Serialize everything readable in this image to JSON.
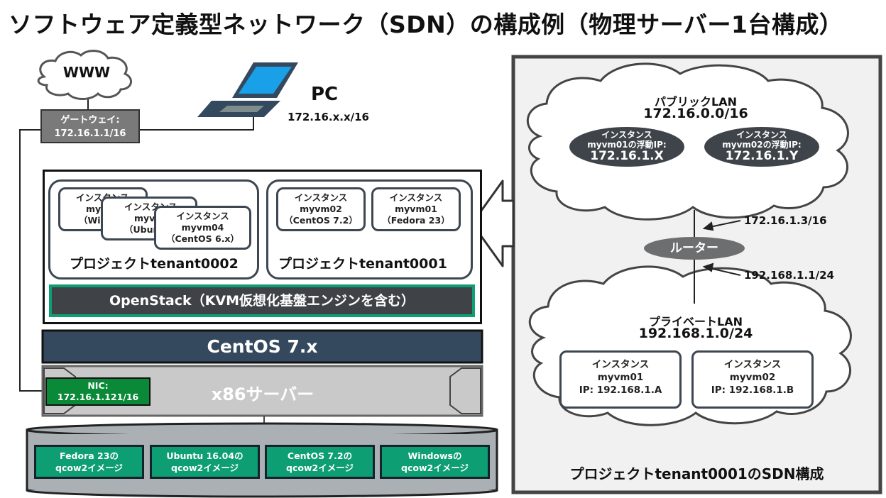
{
  "title": "ソフトウェア定義型ネットワーク（SDN）の構成例（物理サーバー1台構成）",
  "www": "WWW",
  "gateway": {
    "label": "ゲートウェイ:",
    "ip": "172.16.1.1/16"
  },
  "pc": {
    "label": "PC",
    "ip": "172.16.x.x/16"
  },
  "tenant2": {
    "label": "プロジェクトtenant0002",
    "instances": [
      {
        "l1": "インスタンス",
        "l2": "myvm",
        "l3": "（Windo"
      },
      {
        "l1": "インスタンス",
        "l2": "myvm",
        "l3": "（Ubuntu"
      },
      {
        "l1": "インスタンス",
        "l2": "myvm04",
        "l3": "（CentOS 6.x）"
      }
    ]
  },
  "tenant1": {
    "label": "プロジェクトtenant0001",
    "instances": [
      {
        "l1": "インスタンス",
        "l2": "myvm02",
        "l3": "（CentOS 7.2）"
      },
      {
        "l1": "インスタンス",
        "l2": "myvm01",
        "l3": "（Fedora 23）"
      }
    ]
  },
  "openstack": "OpenStack（KVM仮想化基盤エンジンを含む）",
  "centos": "CentOS 7.x",
  "server": "x86サーバー",
  "nic": {
    "label": "NIC:",
    "ip": "172.16.1.121/16"
  },
  "images": [
    {
      "l1": "Fedora 23の",
      "l2": "qcow2イメージ"
    },
    {
      "l1": "Ubuntu 16.04の",
      "l2": "qcow2イメージ"
    },
    {
      "l1": "CentOS 7.2の",
      "l2": "qcow2イメージ"
    },
    {
      "l1": "Windowsの",
      "l2": "qcow2イメージ"
    }
  ],
  "sdn": {
    "public_lan": {
      "label": "パブリックLAN",
      "cidr": "172.16.0.0/16"
    },
    "floating": [
      {
        "l1": "インスタンス",
        "l2": "myvm01の浮動IP:",
        "ip": "172.16.1.X"
      },
      {
        "l1": "インスタンス",
        "l2": "myvm02の浮動IP:",
        "ip": "172.16.1.Y"
      }
    ],
    "router_ip_public": "172.16.1.3/16",
    "router": "ルーター",
    "router_ip_private": "192.168.1.1/24",
    "private_lan": {
      "label": "プライベートLAN",
      "cidr": "192.168.1.0/24"
    },
    "private_instances": [
      {
        "l1": "インスタンス",
        "l2": "myvm01",
        "ip": "IP: 192.168.1.A"
      },
      {
        "l1": "インスタンス",
        "l2": "myvm02",
        "ip": "IP: 192.168.1.B"
      }
    ],
    "caption": "プロジェクトtenant0001のSDN構成"
  },
  "colors": {
    "dark": "#3c4752",
    "green": "#0e9e73",
    "centos_bar": "#34495e",
    "server": "#c9c9c9",
    "panel": "#f1f1f1"
  }
}
